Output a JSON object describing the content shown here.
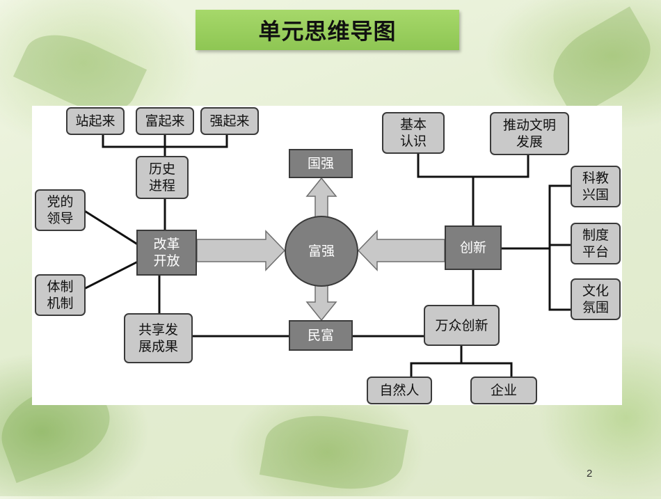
{
  "slide": {
    "title": "单元思维导图",
    "page_number": "2"
  },
  "nodes": {
    "zhanqilai": "站起来",
    "fuqilai": "富起来",
    "qiangqilai": "强起来",
    "lishi": "历史\n进程",
    "dangde": "党的\n领导",
    "tizhi": "体制\n机制",
    "gaige": "改革\n开放",
    "gongxiang": "共享发\n展成果",
    "guoqiang": "国强",
    "fuqiang": "富强",
    "minfu": "民富",
    "jiben": "基本\n认识",
    "tuidong": "推动文明\n发展",
    "kejiao": "科教\n兴国",
    "zhidu": "制度\n平台",
    "wenhua": "文化\n氛围",
    "chuangxin": "创新",
    "wanzhong": "万众创新",
    "ziranren": "自然人",
    "qiye": "企业"
  },
  "colors": {
    "title_bg": "#8ec653",
    "node_light": "#c9c9c9",
    "node_dark": "#7f7f7f",
    "arrow_fill": "#c8c8c8",
    "line": "#111111"
  }
}
